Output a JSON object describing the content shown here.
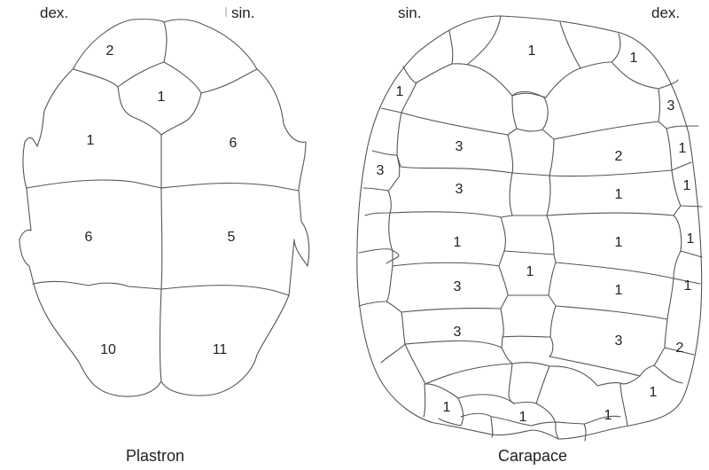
{
  "plastron": {
    "title": "Plastron",
    "orientation_left": "dex.",
    "orientation_right": "sin.",
    "scute_counts": [
      {
        "id": "p-top-left",
        "label": "2"
      },
      {
        "id": "p-intergular",
        "label": "1"
      },
      {
        "id": "p-humeral-left",
        "label": "1"
      },
      {
        "id": "p-humeral-right",
        "label": "6"
      },
      {
        "id": "p-abdominal-left",
        "label": "6"
      },
      {
        "id": "p-abdominal-right",
        "label": "5"
      },
      {
        "id": "p-anal-left",
        "label": "10"
      },
      {
        "id": "p-anal-right",
        "label": "11"
      }
    ]
  },
  "carapace": {
    "title": "Carapace",
    "orientation_left": "sin.",
    "orientation_right": "dex.",
    "scute_counts": [
      {
        "id": "c-nuchal-center",
        "label": "1"
      },
      {
        "id": "c-marginal-r1",
        "label": "1"
      },
      {
        "id": "c-marginal-l1",
        "label": "1"
      },
      {
        "id": "c-marginal-r2",
        "label": "3"
      },
      {
        "id": "c-costal-l1",
        "label": "3"
      },
      {
        "id": "c-costal-r1",
        "label": "2"
      },
      {
        "id": "c-marginal-r3",
        "label": "1"
      },
      {
        "id": "c-marginal-l2",
        "label": "3"
      },
      {
        "id": "c-costal-l2",
        "label": "3"
      },
      {
        "id": "c-costal-r2",
        "label": "1"
      },
      {
        "id": "c-marginal-r4",
        "label": "1"
      },
      {
        "id": "c-costal-l3",
        "label": "1"
      },
      {
        "id": "c-costal-r3",
        "label": "1"
      },
      {
        "id": "c-marginal-r5",
        "label": "1"
      },
      {
        "id": "c-vertebral-4",
        "label": "1"
      },
      {
        "id": "c-costal-l4",
        "label": "3"
      },
      {
        "id": "c-costal-r4",
        "label": "1"
      },
      {
        "id": "c-marginal-r6",
        "label": "1"
      },
      {
        "id": "c-costal-l5",
        "label": "3"
      },
      {
        "id": "c-costal-r5",
        "label": "3"
      },
      {
        "id": "c-marginal-r7",
        "label": "2"
      },
      {
        "id": "c-marginal-r8",
        "label": "1"
      },
      {
        "id": "c-marginal-l-bottom",
        "label": "1"
      },
      {
        "id": "c-supracaudal",
        "label": "1"
      },
      {
        "id": "c-marginal-r-bottom",
        "label": "1"
      }
    ]
  }
}
